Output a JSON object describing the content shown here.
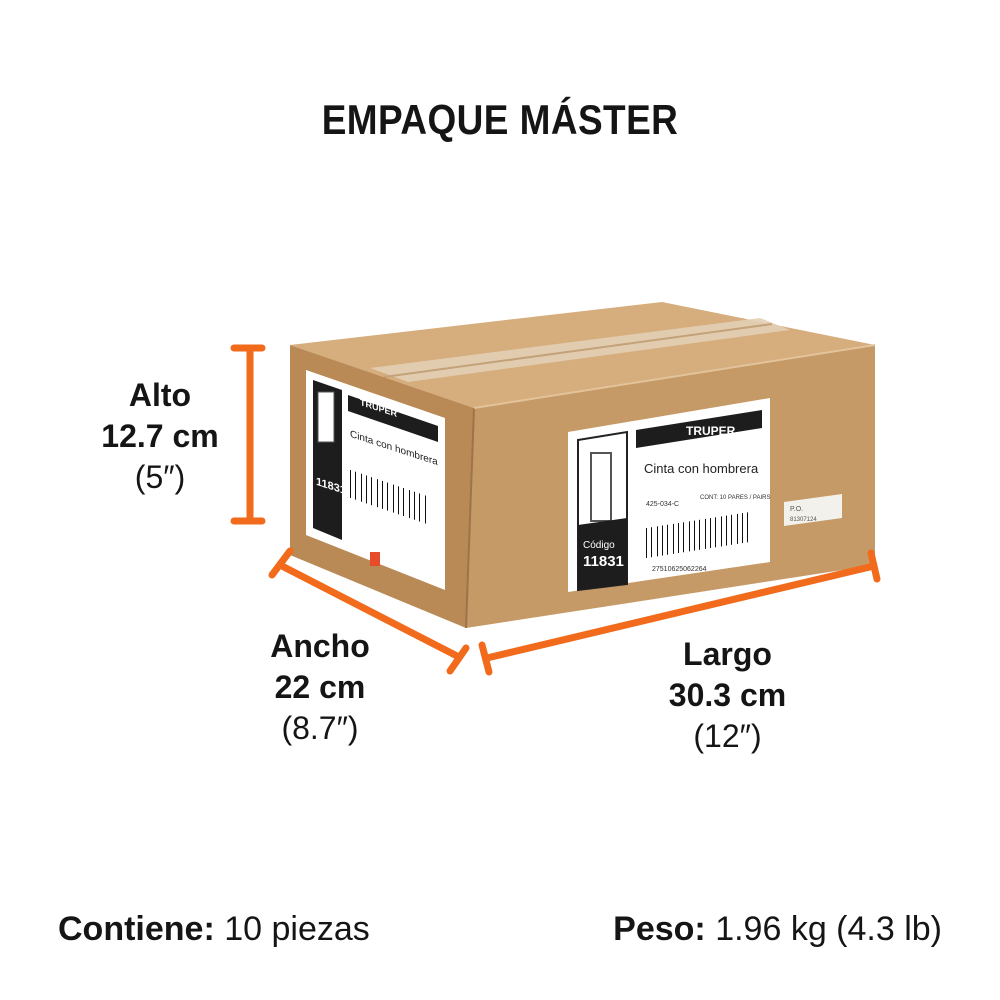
{
  "title": "EMPAQUE MÁSTER",
  "accent_color": "#f26a1b",
  "box_color": "#c79a68",
  "dimensions": {
    "alto": {
      "label": "Alto",
      "metric": "12.7 cm",
      "imperial": "(5″)"
    },
    "ancho": {
      "label": "Ancho",
      "metric": "22 cm",
      "imperial": "(8.7″)"
    },
    "largo": {
      "label": "Largo",
      "metric": "30.3 cm",
      "imperial": "(12″)"
    }
  },
  "footer": {
    "contiene_label": "Contiene:",
    "contiene_value": " 10 piezas",
    "peso_label": "Peso:",
    "peso_value": " 1.96 kg (4.3 lb)"
  },
  "box_label": {
    "brand": "TRUPER",
    "product": "Cinta con hombrera",
    "codigo_label": "Código",
    "codigo": "11831",
    "clave": "425-034-C",
    "contents": "CONT: 10 PARES / PAIRS",
    "barcode_number": "27510625062264",
    "po_label": "P.O.",
    "po_number": "81307124"
  }
}
